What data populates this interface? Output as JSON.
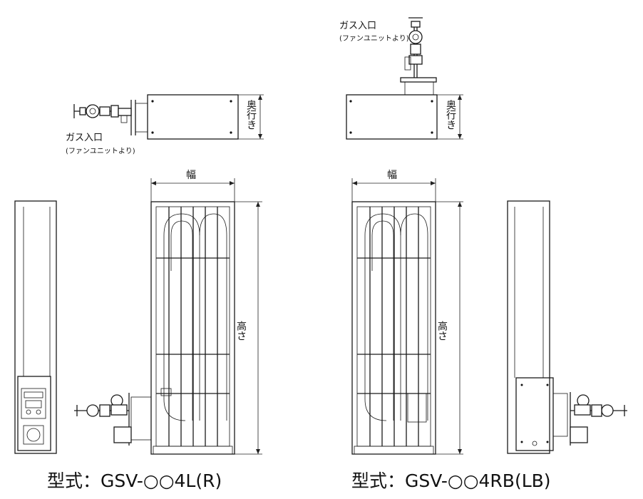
{
  "labels": {
    "gas_inlet": "ガス入口",
    "gas_inlet_note": "(ファンユニットより)",
    "depth": "奥行き",
    "width": "幅",
    "height": "高さ"
  },
  "models": {
    "left": "型式：GSV-○○4L(R)",
    "right": "型式：GSV-○○4RB(LB)"
  }
}
